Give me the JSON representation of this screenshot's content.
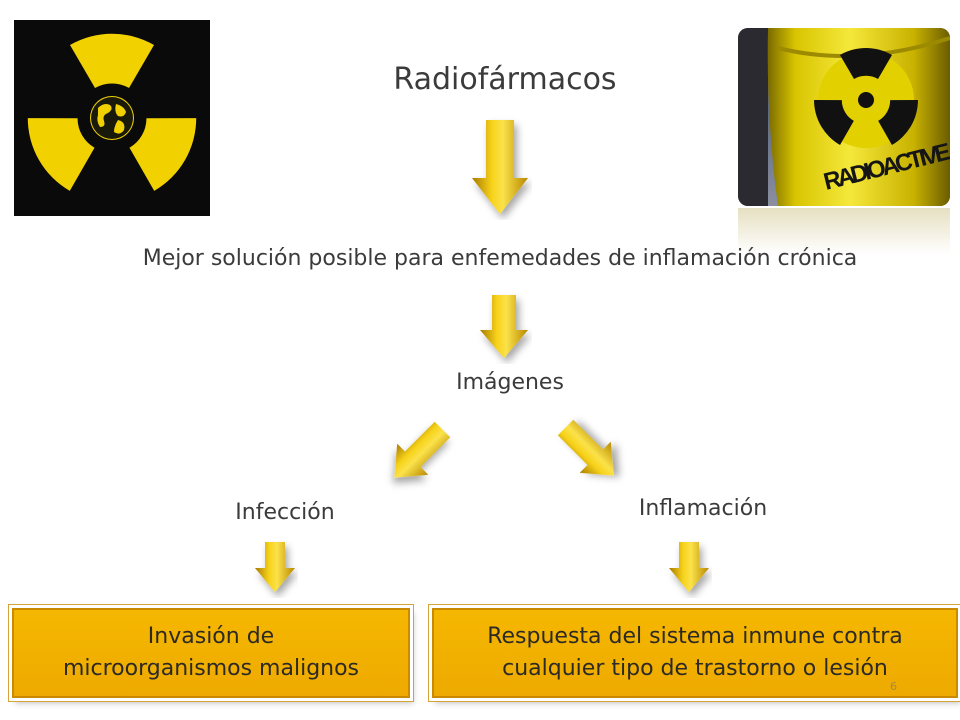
{
  "title": "Radiofármacos",
  "subtitle": "Mejor solución posible para enfemedades de inflamación crónica",
  "imagenes": "Imágenes",
  "branches": {
    "left_label": "Infección",
    "right_label": "Inflamación"
  },
  "boxes": {
    "left_line1": "Invasión de",
    "left_line2": "microorganismos malignos",
    "right_line1": "Respuesta del sistema inmune contra",
    "right_line2": "cualquier tipo de trastorno o lesión"
  },
  "images": {
    "barrel_text": "RADIOACTIVE"
  },
  "slide_number": "6",
  "colors": {
    "arrow_yellow": "#f2c400",
    "box_orange": "#f2b100",
    "text_gray": "#3b3b3b"
  }
}
